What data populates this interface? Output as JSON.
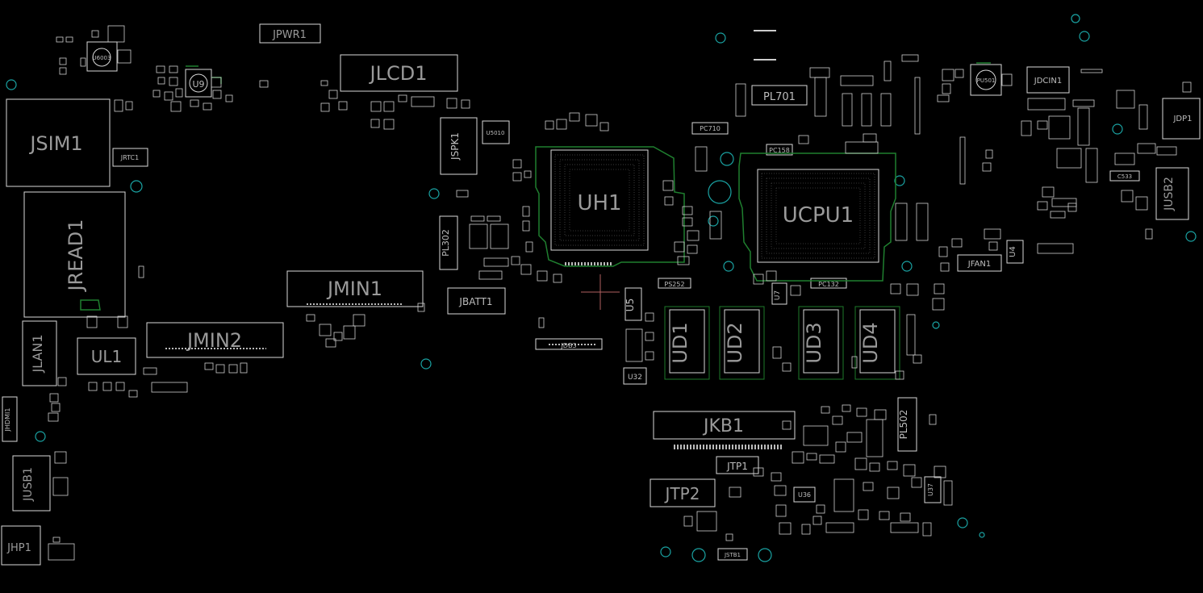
{
  "board": {
    "labels": {
      "jpwr1": "JPWR1",
      "jlcd1": "JLCD1",
      "jsim1": "JSIM1",
      "jrtc1": "JRTC1",
      "u9": "U9",
      "u6003": "U6003",
      "jread1": "JREAD1",
      "jmin1": "JMIN1",
      "jmin2": "JMIN2",
      "jlan1": "JLAN1",
      "ul1": "UL1",
      "jhdmi1": "JHDMI1",
      "jusb1": "JUSB1",
      "jhp1": "JHP1",
      "jspk1": "JSPK1",
      "u5010": "U5010",
      "pl302": "PL302",
      "jbatt1": "JBATT1",
      "uh1": "UH1",
      "jdb3": "JDB3",
      "u5": "U5",
      "u32": "U32",
      "pl701": "PL701",
      "pc710": "PC710",
      "pc158": "PC158",
      "ucpu1": "UCPU1",
      "pc132": "PC132",
      "ps252": "PS252",
      "u7": "U7",
      "ud1": "UD1",
      "ud2": "UD2",
      "ud3": "UD3",
      "ud4": "UD4",
      "jkb1": "JKB1",
      "jtp1": "JTP1",
      "jtp2": "JTP2",
      "jstb1": "JSTB1",
      "u36": "U36",
      "pl502": "PL502",
      "u37": "U37",
      "pu501": "PU501",
      "jdcin1": "JDCIN1",
      "jdp1": "JDP1",
      "jusb2": "JUSB2",
      "jfan1": "JFAN1",
      "u4": "U4",
      "c533": "C533"
    }
  }
}
